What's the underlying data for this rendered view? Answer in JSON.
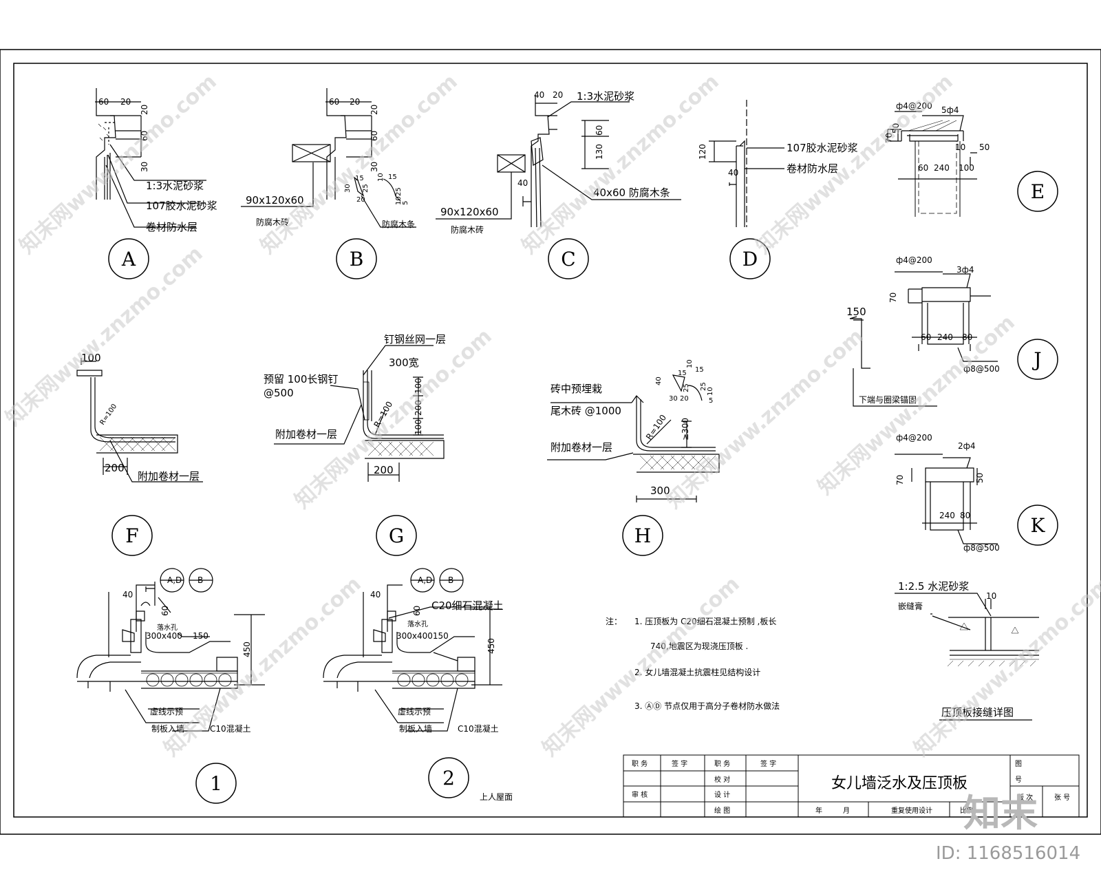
{
  "details": {
    "A": {
      "dims": [
        "60",
        "20",
        "20",
        "60",
        "30"
      ],
      "notes": [
        "1:3水泥砂浆",
        "107胶水泥砂浆",
        "卷材防水层"
      ]
    },
    "B": {
      "dims": [
        "60",
        "20",
        "20",
        "60",
        "30"
      ],
      "block": "90x120x60",
      "block_note": "防腐木砖",
      "strip_note": "防腐木条",
      "strip_dims": [
        "15",
        "30",
        "25",
        "20",
        "10",
        "15",
        "25",
        "10",
        "5"
      ]
    },
    "C": {
      "dims": [
        "40",
        "20",
        "60",
        "130",
        "40"
      ],
      "block": "90x120x60",
      "block_note": "防腐木砖",
      "note_top": "1:3水泥砂浆",
      "note_strip": "40x60 防腐木条"
    },
    "D": {
      "dims": [
        "120",
        "40"
      ],
      "notes": [
        "107胶水泥砂浆",
        "卷材防水层"
      ]
    },
    "E": {
      "dims": [
        "100",
        "200"
      ],
      "radius": "R=100",
      "note": "附加卷材一层"
    },
    "F": {
      "dims": [
        "100",
        "200",
        "100",
        "200"
      ],
      "radius": "R=100",
      "notes": [
        "钉钢丝网一层",
        "300宽",
        "预留 100长钢钉",
        "@500",
        "附加卷材一层"
      ]
    },
    "G": {
      "dims": [
        "≥300",
        "300"
      ],
      "radius": "R=100",
      "notes": [
        "砖中预埋栽",
        "尾木砖 @1000",
        "附加卷材一层"
      ],
      "strip_dims": [
        "40",
        "15",
        "30",
        "25",
        "20",
        "10",
        "15",
        "25",
        "10",
        "5"
      ]
    },
    "H": {
      "rebar_top": "ф4@200",
      "rebar_main": "5ф4",
      "dims": [
        "70",
        "50",
        "10",
        "50",
        "60",
        "240",
        "100"
      ]
    },
    "J": {
      "rebar_top": "ф4@200",
      "rebar_main": "3ф4",
      "rebar_bottom": "ф8@500",
      "dims": [
        "70",
        "60",
        "240",
        "80"
      ],
      "anchor_dim": "150",
      "anchor_note": "下端与圈梁锚固"
    },
    "K": {
      "rebar_top": "ф4@200",
      "rebar_main": "2ф4",
      "rebar_bottom": "ф8@500",
      "dims": [
        "70",
        "50",
        "240",
        "80"
      ]
    },
    "joint": {
      "mortar": "1:2.5 水泥砂浆",
      "dim": "10",
      "sealant": "嵌缝膏",
      "title": "压顶板接缝详图"
    },
    "s1": {
      "refs": [
        "A,D",
        "B"
      ],
      "dims": [
        "40",
        "60",
        "450",
        "150"
      ],
      "drain": "落水孔",
      "drain_size": "300x400",
      "notes": [
        "虚线示预",
        "制板入墙",
        "C10混凝土"
      ]
    },
    "s2": {
      "refs": [
        "A,D",
        "B"
      ],
      "dims": [
        "40",
        "60",
        "450"
      ],
      "drain": "落水孔",
      "drain_size": "300x400150",
      "notes": [
        "C20细石混凝土",
        "虚线示预",
        "制板入墙",
        "C10混凝土"
      ],
      "caption": "上人屋面"
    }
  },
  "circle_labels": [
    "A",
    "B",
    "C",
    "D",
    "E",
    "F",
    "G",
    "H",
    "J",
    "K",
    "1",
    "2"
  ],
  "notes": {
    "prefix": "注：",
    "n1a": "1.  压顶板为    C20细石混凝土预制     ,板长",
    "n1b": "740,地震区为现浇压顶板          .",
    "n2": "2.   女儿墙混凝土抗震柱见结构设计",
    "n3": "3. ⒶⒹ 节点仅用于高分子卷材防水做法"
  },
  "titleblock": {
    "title": "女儿墙泛水及压顶板",
    "cells": [
      "职 务",
      "签 字",
      "职 务",
      "签 字",
      "校 对",
      "审 核",
      "设 计",
      "绘 图",
      "年",
      "月",
      "重复使用设计",
      "比例",
      "图",
      "号",
      "版 次",
      "张 号"
    ]
  },
  "watermark": {
    "text": "知末网www.znzmo.com",
    "logo": "知末",
    "id": "ID: 1168516014"
  }
}
